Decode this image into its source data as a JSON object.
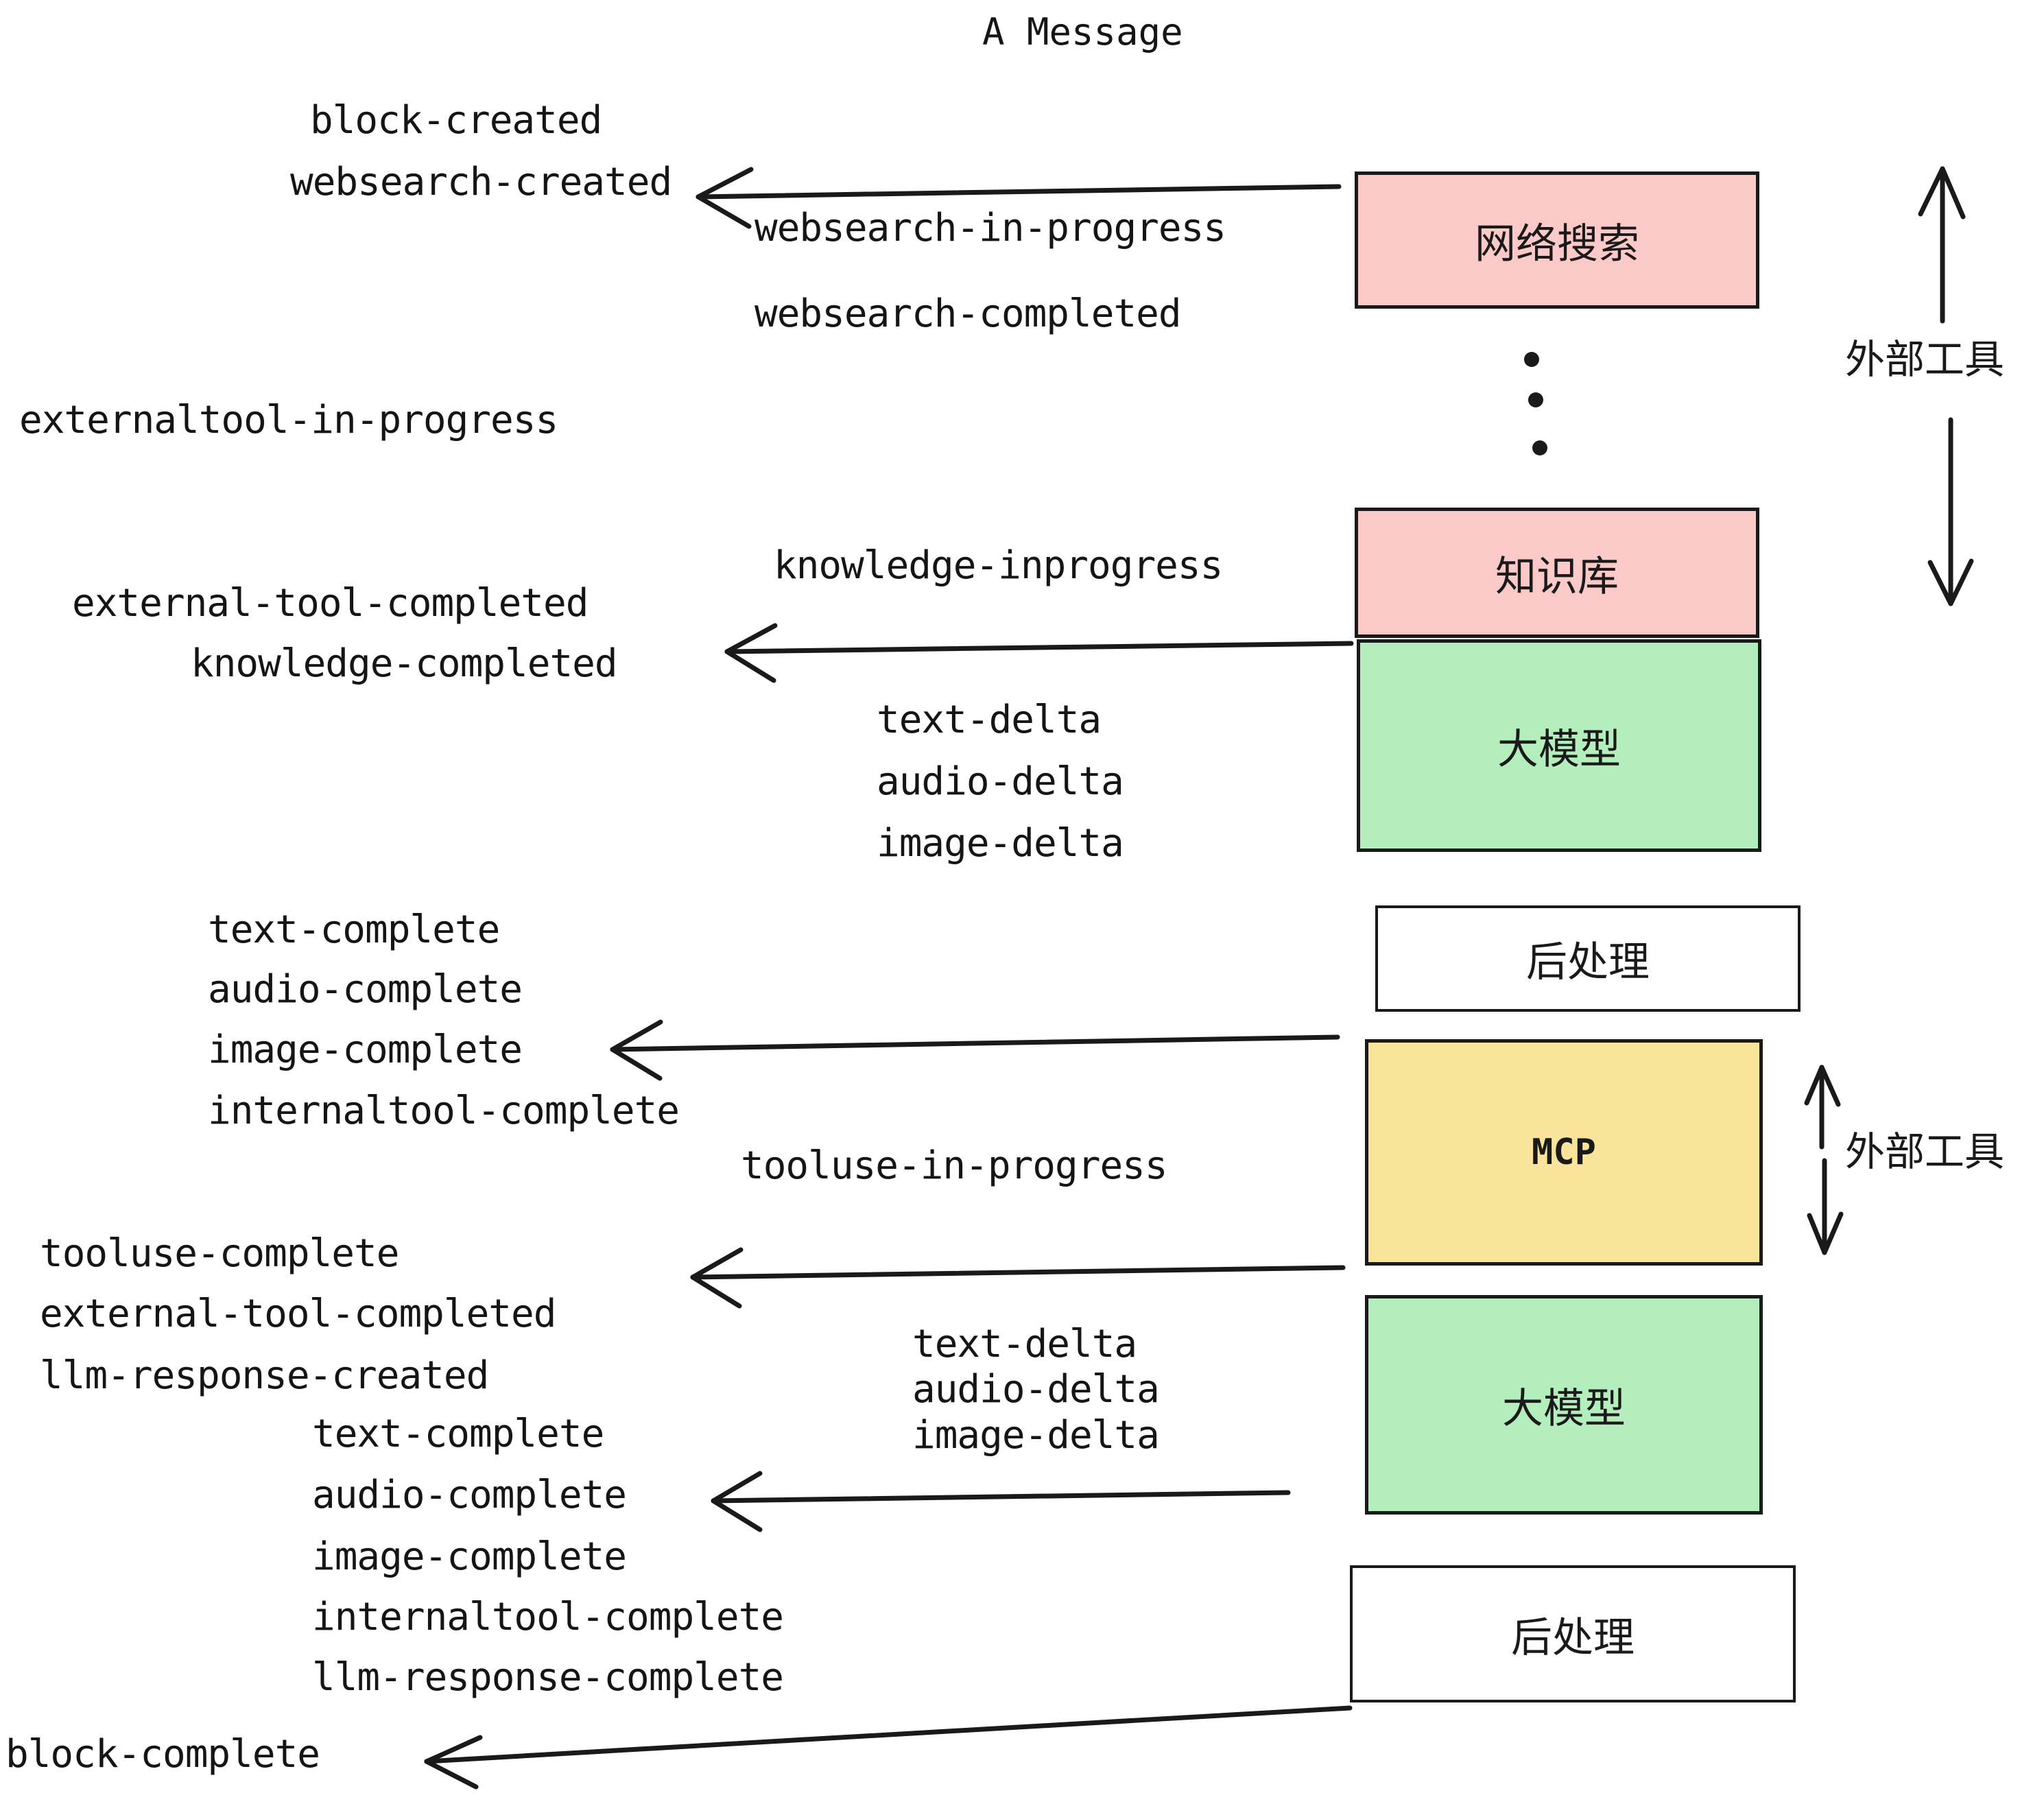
{
  "diagram": {
    "title": "A Message",
    "colors": {
      "pink": "#FCC9C9",
      "green": "#B4EEBD",
      "yellow": "#FAE49B",
      "white": "#FFFFFF",
      "stroke": "#1A1A1A",
      "text": "#151515"
    },
    "boxes": [
      {
        "id": "websearch",
        "label": "网络搜索",
        "fill": "#FCC9C9",
        "script": "cjk"
      },
      {
        "id": "knowledgebase",
        "label": "知识库",
        "fill": "#FCC9C9",
        "script": "cjk"
      },
      {
        "id": "llm-1",
        "label": "大模型",
        "fill": "#B4EEBD",
        "script": "cjk"
      },
      {
        "id": "postprocess-1",
        "label": "后处理",
        "fill": "#FFFFFF",
        "script": "cjk"
      },
      {
        "id": "mcp",
        "label": "MCP",
        "fill": "#FAE49B",
        "script": "latin"
      },
      {
        "id": "llm-2",
        "label": "大模型",
        "fill": "#B4EEBD",
        "script": "cjk"
      },
      {
        "id": "postprocess-2",
        "label": "后处理",
        "fill": "#FFFFFF",
        "script": "cjk"
      }
    ],
    "side_annotations": [
      {
        "id": "external-tools-top",
        "label": "外部工具"
      },
      {
        "id": "external-tools-bottom",
        "label": "外部工具"
      }
    ],
    "events": [
      {
        "id": "block-created",
        "text": "block-created"
      },
      {
        "id": "websearch-created",
        "text": "websearch-created"
      },
      {
        "id": "websearch-in-progress",
        "text": "websearch-in-progress"
      },
      {
        "id": "websearch-completed",
        "text": "websearch-completed"
      },
      {
        "id": "externaltool-in-progress",
        "text": "externaltool-in-progress"
      },
      {
        "id": "knowledge-inprogress",
        "text": "knowledge-inprogress"
      },
      {
        "id": "external-tool-completed-1",
        "text": "external-tool-completed"
      },
      {
        "id": "knowledge-completed",
        "text": "knowledge-completed"
      },
      {
        "id": "text-delta-1",
        "text": "text-delta"
      },
      {
        "id": "audio-delta-1",
        "text": "audio-delta"
      },
      {
        "id": "image-delta-1",
        "text": "image-delta"
      },
      {
        "id": "text-complete-1",
        "text": "text-complete"
      },
      {
        "id": "audio-complete-1",
        "text": "audio-complete"
      },
      {
        "id": "image-complete-1",
        "text": "image-complete"
      },
      {
        "id": "internaltool-complete-1",
        "text": "internaltool-complete"
      },
      {
        "id": "tooluse-in-progress",
        "text": "tooluse-in-progress"
      },
      {
        "id": "tooluse-complete",
        "text": "tooluse-complete"
      },
      {
        "id": "external-tool-completed-2",
        "text": "external-tool-completed"
      },
      {
        "id": "llm-response-created",
        "text": "llm-response-created"
      },
      {
        "id": "text-delta-2",
        "text": "text-delta"
      },
      {
        "id": "audio-delta-2",
        "text": "audio-delta"
      },
      {
        "id": "image-delta-2",
        "text": "image-delta"
      },
      {
        "id": "text-complete-2",
        "text": "text-complete"
      },
      {
        "id": "audio-complete-2",
        "text": "audio-complete"
      },
      {
        "id": "image-complete-2",
        "text": "image-complete"
      },
      {
        "id": "internaltool-complete-2",
        "text": "internaltool-complete"
      },
      {
        "id": "llm-response-complete",
        "text": "llm-response-complete"
      },
      {
        "id": "block-complete",
        "text": "block-complete"
      }
    ],
    "ellipsis_dots": 3
  }
}
